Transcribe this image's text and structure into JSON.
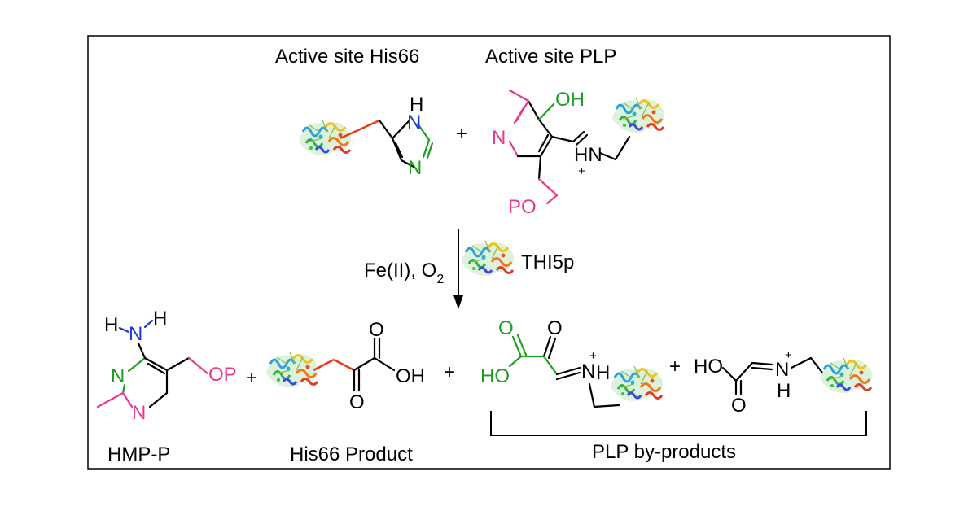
{
  "labels": {
    "his66_title": "Active site His66",
    "plp_title": "Active site PLP",
    "conditions_fe": "Fe(II), O",
    "conditions_o2_sub": "2",
    "enzyme_name": "THI5p",
    "hmp_p": "HMP-P",
    "his66_product": "His66 Product",
    "plp_byproducts": "PLP by-products"
  },
  "plus_sign": "+",
  "charge_plus": "+",
  "atoms": {
    "N": "N",
    "H": "H",
    "NH": "NH",
    "HN": "HN",
    "OH": "OH",
    "HO": "HO",
    "O": "O",
    "PO": "PO",
    "OP": "OP"
  },
  "colors": {
    "pyridine_magenta": "#e8398f",
    "hydroxyl_green": "#1e9e1e",
    "nitrogen_blue": "#1a3ad6",
    "his_green": "#1e9e1e",
    "red_link": "#e23a1a",
    "border": "#000000"
  },
  "icons": {
    "enzyme": "protein-ribbon-icon"
  }
}
